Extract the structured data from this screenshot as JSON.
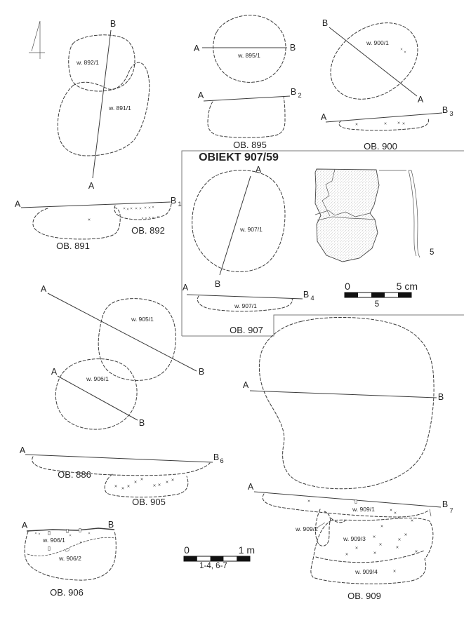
{
  "figure": {
    "ink_color": "#2b2b2b",
    "background": "#ffffff",
    "inset_title": "OBIEKT 907/59",
    "find_number": "5"
  },
  "panels": {
    "plan_891_892": {
      "b": "B",
      "a": "A",
      "layer_892": "w. 892/1",
      "layer_891": "w. 891/1"
    },
    "section_891_892": {
      "a": "A",
      "b": "B",
      "b_sub": "1",
      "caption_891": "OB. 891",
      "caption_892": "OB. 892"
    },
    "plan_895": {
      "a": "A",
      "b": "B",
      "layer": "w. 895/1"
    },
    "section_895": {
      "a": "A",
      "b": "B",
      "b_sub": "2",
      "caption": "OB. 895"
    },
    "plan_900": {
      "b": "B",
      "a": "A",
      "layer": "w. 900/1"
    },
    "section_900": {
      "a": "A",
      "b": "B",
      "b_sub": "3",
      "caption": "OB. 900"
    },
    "plan_907": {
      "a": "A",
      "b": "B",
      "layer": "w. 907/1"
    },
    "section_907": {
      "a": "A",
      "b": "B",
      "b_sub": "4",
      "layer": "w. 907/1",
      "caption": "OB. 907"
    },
    "plan_905_906": {
      "a_905": "A",
      "b_905": "B",
      "layer_905": "w. 905/1",
      "a_906": "A",
      "b_906": "B",
      "layer_906": "w. 906/1"
    },
    "section_886_905": {
      "a": "A",
      "b": "B",
      "b_sub": "6",
      "caption_886": "OB. 886",
      "caption_905": "OB. 905"
    },
    "section_906": {
      "a": "A",
      "b": "B",
      "layer_1": "w. 906/1",
      "layer_2": "w. 906/2",
      "caption": "OB. 906"
    },
    "plan_909": {
      "a": "A",
      "b": "B"
    },
    "section_909": {
      "a": "A",
      "b": "B",
      "b_sub": "7",
      "layer_1": "w. 909/1",
      "layer_2": "w. 909/2",
      "layer_3": "w. 909/3",
      "layer_4": "w. 909/4",
      "caption": "OB. 909"
    }
  },
  "scales": {
    "cm": {
      "zero": "0",
      "max": "5 cm",
      "mid": "5"
    },
    "m": {
      "zero": "0",
      "max": "1 m",
      "applies": "1-4, 6-7"
    }
  }
}
